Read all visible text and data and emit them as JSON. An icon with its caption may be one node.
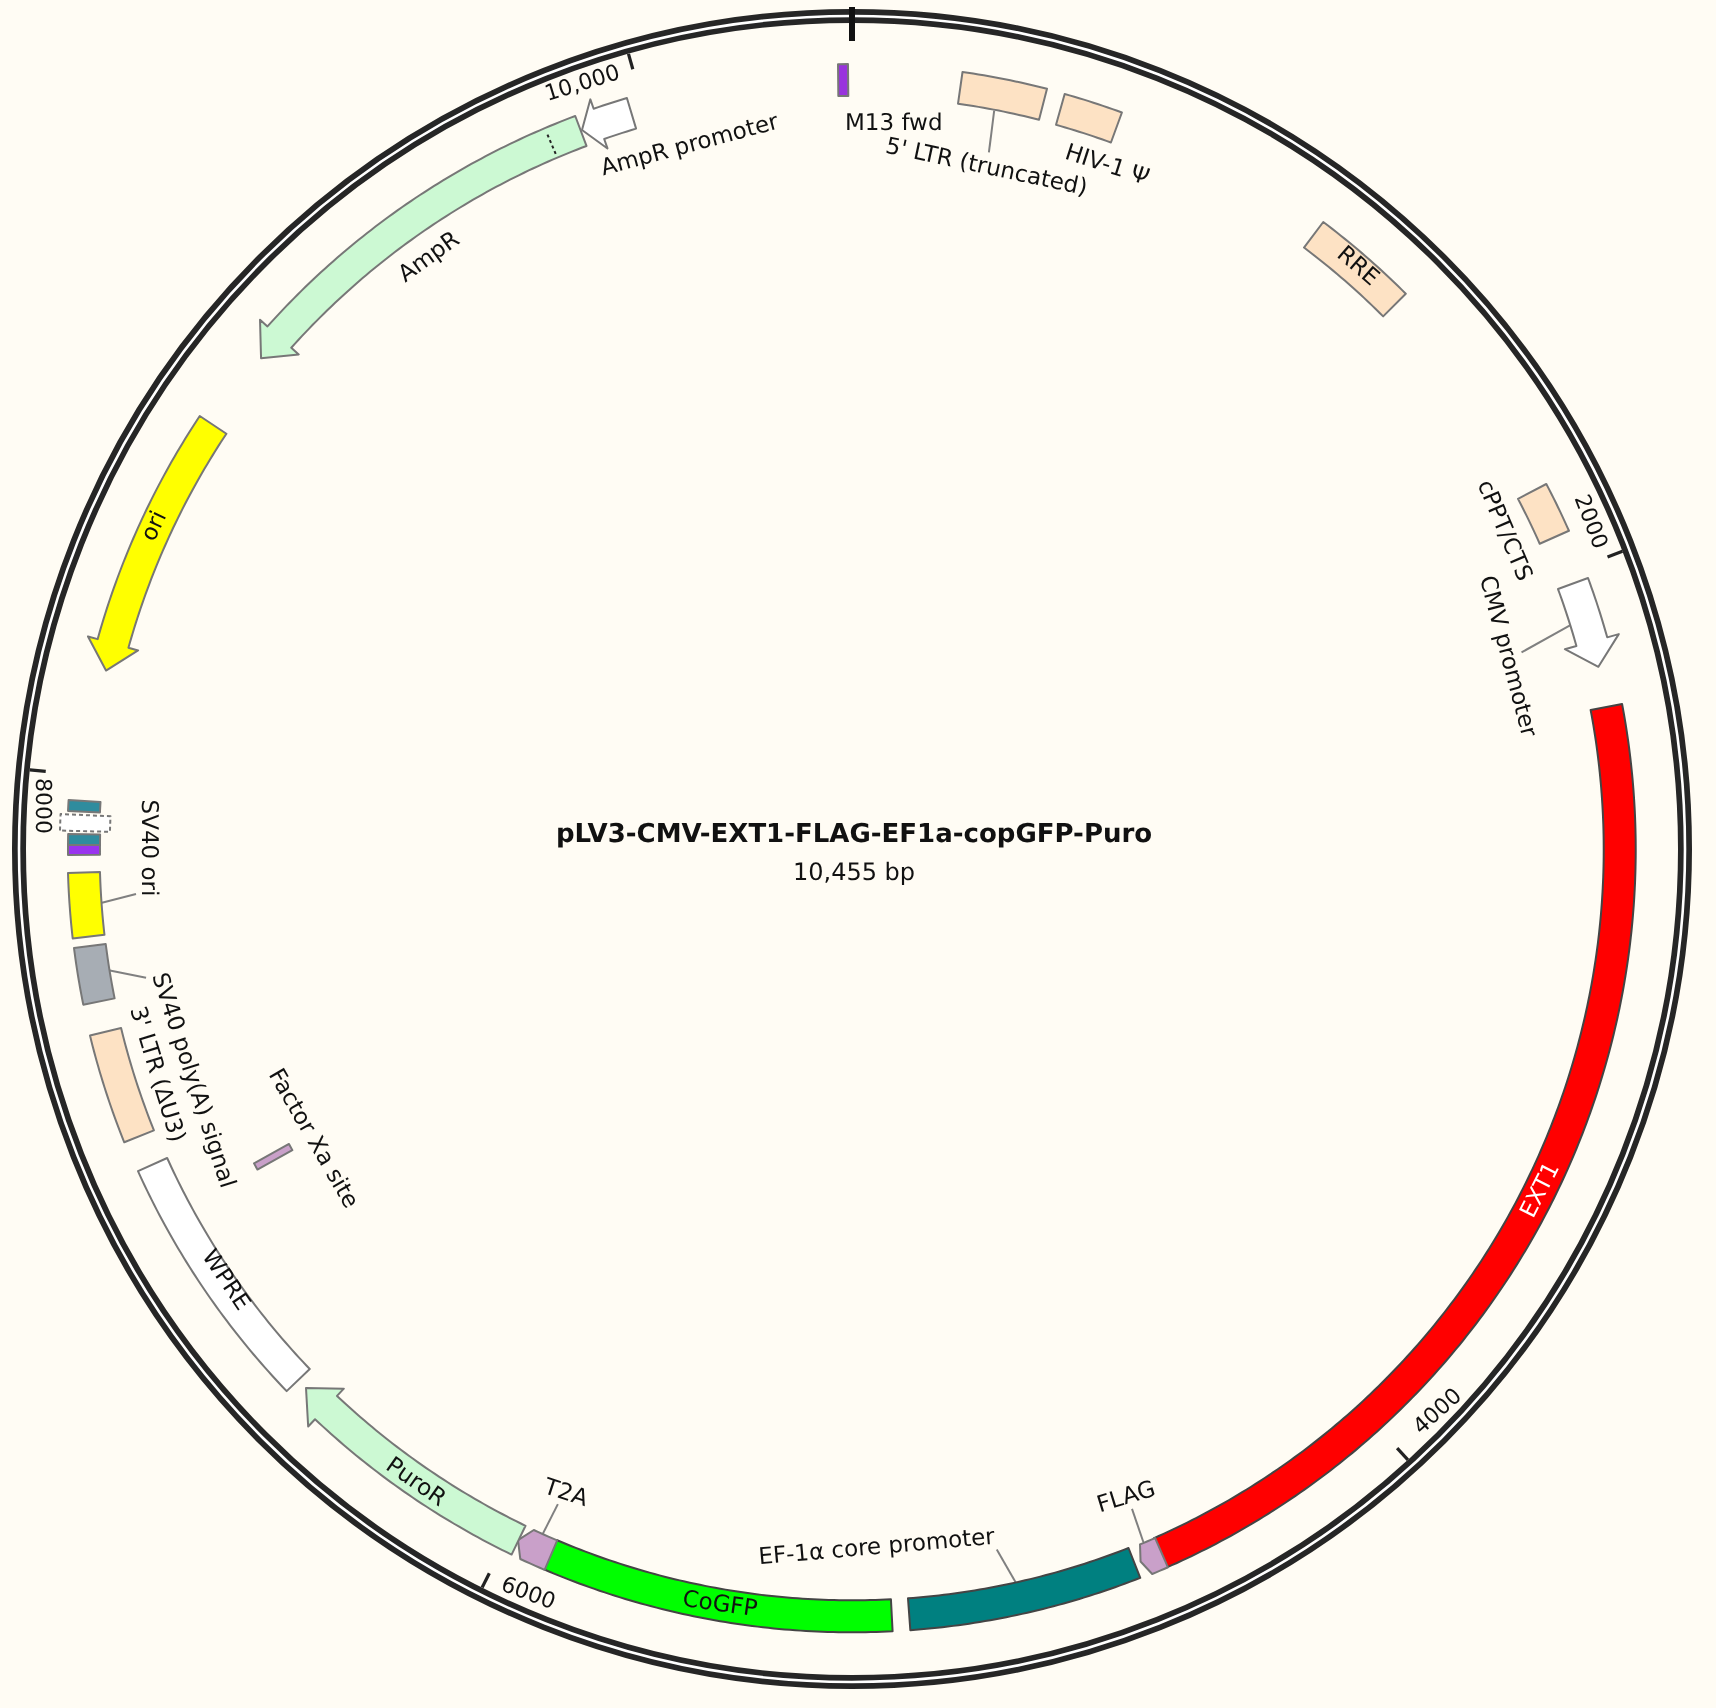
{
  "diagram": {
    "title": "pLV3-CMV-EXT1-FLAG-EF1a-copGFP-Puro",
    "nodes": [
      {
        "text": [],
        "shape": "bar",
        "beside": [
          "M13 fwd"
        ]
      },
      {
        "text": [
          "5' LTR (truncated)"
        ]
      },
      {
        "text": [],
        "shape": "box"
      },
      {
        "text": [],
        "shape": "box",
        "beside": [
          "HIV-1 Ψ"
        ]
      },
      {
        "text": [
          "RRE"
        ]
      },
      {
        "text": [],
        "shape": "box",
        "beside": [
          "cPPT/CTS"
        ]
      },
      {
        "text": [
          "CMV promoter"
        ]
      },
      {
        "text": [],
        "shape": "arrow"
      },
      {
        "text": [
          "EXT1"
        ]
      },
      {
        "text": [
          "FLAG"
        ]
      },
      {
        "text": [],
        "shape": "arrow"
      },
      {
        "text": [
          "EF-1α core promoter"
        ]
      },
      {
        "text": [],
        "shape": "box"
      },
      {
        "text": [
          "CoGFP"
        ]
      },
      {
        "text": [
          "T2A"
        ]
      },
      {
        "text": [],
        "shape": "arrow"
      },
      {
        "text": [
          "PuroR"
        ]
      },
      {
        "text": [
          "WPRE"
        ]
      },
      {
        "text": [],
        "shape": "bar",
        "beside": [
          "Factor Xa site"
        ]
      },
      {
        "text": [],
        "shape": "box",
        "beside": [
          "3' LTR (ΔU3)"
        ]
      },
      {
        "text": [
          "SV40 poly(A) signal"
        ]
      },
      {
        "text": [],
        "shape": "box"
      },
      {
        "text": [
          "SV40 ori"
        ]
      },
      {
        "text": [],
        "shape": "box"
      },
      {
        "text": [],
        "shape": "box"
      },
      {
        "text": [],
        "shape": "box"
      },
      {
        "text": [],
        "shape": "box"
      },
      {
        "text": [],
        "shape": "box"
      },
      {
        "text": [
          "ori"
        ]
      },
      {
        "text": [],
        "shape": "arrow",
        "beside": [
          "AmpR"
        ]
      },
      {
        "text": [],
        "shape": "arrow",
        "beside": [
          "AmpR promoter"
        ]
      }
    ],
    "edges": [
      {
        "from": 1,
        "to": 2,
        "arrow": "none"
      },
      {
        "from": 6,
        "to": 7,
        "arrow": "none"
      },
      {
        "from": 9,
        "to": 10,
        "arrow": "none"
      },
      {
        "from": 11,
        "to": 12,
        "arrow": "none"
      },
      {
        "from": 14,
        "to": 15,
        "arrow": "none"
      },
      {
        "from": 20,
        "to": 21,
        "arrow": "none"
      },
      {
        "from": 22,
        "to": 23,
        "arrow": "none"
      }
    ],
    "labels": [
      "10,000",
      "2000",
      "8000",
      "10,455 bp",
      "4000",
      "6000"
    ]
  }
}
